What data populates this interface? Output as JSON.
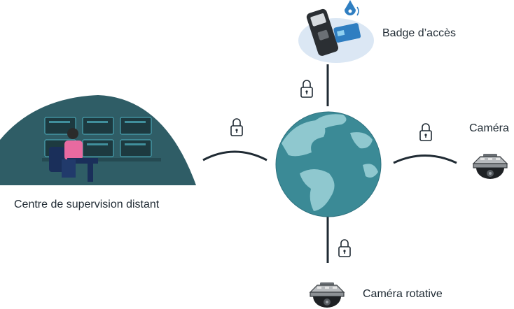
{
  "labels": {
    "control_room": "Centre de supervision distant",
    "access_badge": "Badge d’accès",
    "camera": "Caméra",
    "rotating_camera": "Caméra rotative"
  },
  "colors": {
    "ocean": "#3b8a96",
    "land": "#8fc8cf",
    "dome": "#2f5d66",
    "line": "#1f2a33",
    "badge_bubble": "#dbe7f4",
    "card_blue": "#2f7ec1"
  },
  "icons": [
    "lock-icon",
    "globe-icon",
    "camera-icon",
    "badge-reader-icon",
    "control-room-icon"
  ]
}
